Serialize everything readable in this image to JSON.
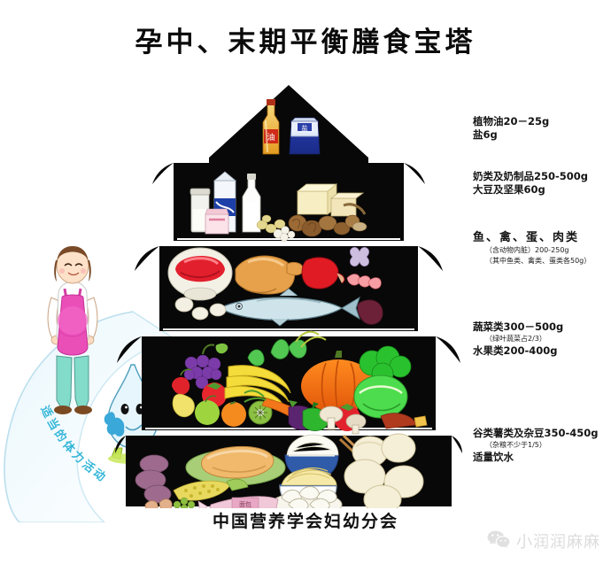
{
  "poster": {
    "title": "孕中、末期平衡膳食宝塔",
    "caption": "中国营养学会妇幼分会",
    "ribbon_text": "适当的体力活动"
  },
  "watermark": {
    "icon": "wechat-icon",
    "name": "小润润麻麻",
    "color": "#8d8d8d"
  },
  "labels": {
    "oil": {
      "line1": "植物油20－25g",
      "line2": "盐6g"
    },
    "dairy": {
      "line1": "奶类及奶制品250-500g",
      "line2": "大豆及坚果60g"
    },
    "meat": {
      "line1": "鱼、禽、蛋、肉类",
      "note1": "（含动物内脏）200-250g",
      "note2": "（其中鱼类、禽类、蛋类各50g）"
    },
    "vegetables": {
      "line1": "蔬菜类300－500g",
      "note1": "（绿叶蔬菜占2/3）",
      "line2": "水果类200-400g"
    },
    "grain": {
      "line1": "谷类薯类及杂豆350-450g",
      "note1": "（杂粮不少于1/5）",
      "line2": "适量饮水"
    }
  },
  "pagoda": {
    "body_color": "#080808",
    "tiers": [
      {
        "name": "oils-and-salt",
        "contents": "植物油、盐"
      },
      {
        "name": "dairy-and-soy",
        "contents": "奶类及奶制品、大豆及坚果"
      },
      {
        "name": "meat-fish-egg",
        "contents": "鱼、禽、蛋、肉类"
      },
      {
        "name": "vegetables-fruits",
        "contents": "蔬菜类、水果类"
      },
      {
        "name": "grains",
        "contents": "谷类薯类及杂豆"
      }
    ]
  },
  "figures": {
    "pregnant_woman": {
      "name": "pregnant-woman-illustration",
      "apron_color": "#e84bb5",
      "pants_color": "#7fd9c8",
      "hair_color": "#7a4a28"
    },
    "water_droplet": {
      "name": "water-droplet-mascot",
      "body_color": "#ddf3fb",
      "accent_color": "#3aa8d8",
      "shoe_color": "#b9e04a"
    }
  }
}
